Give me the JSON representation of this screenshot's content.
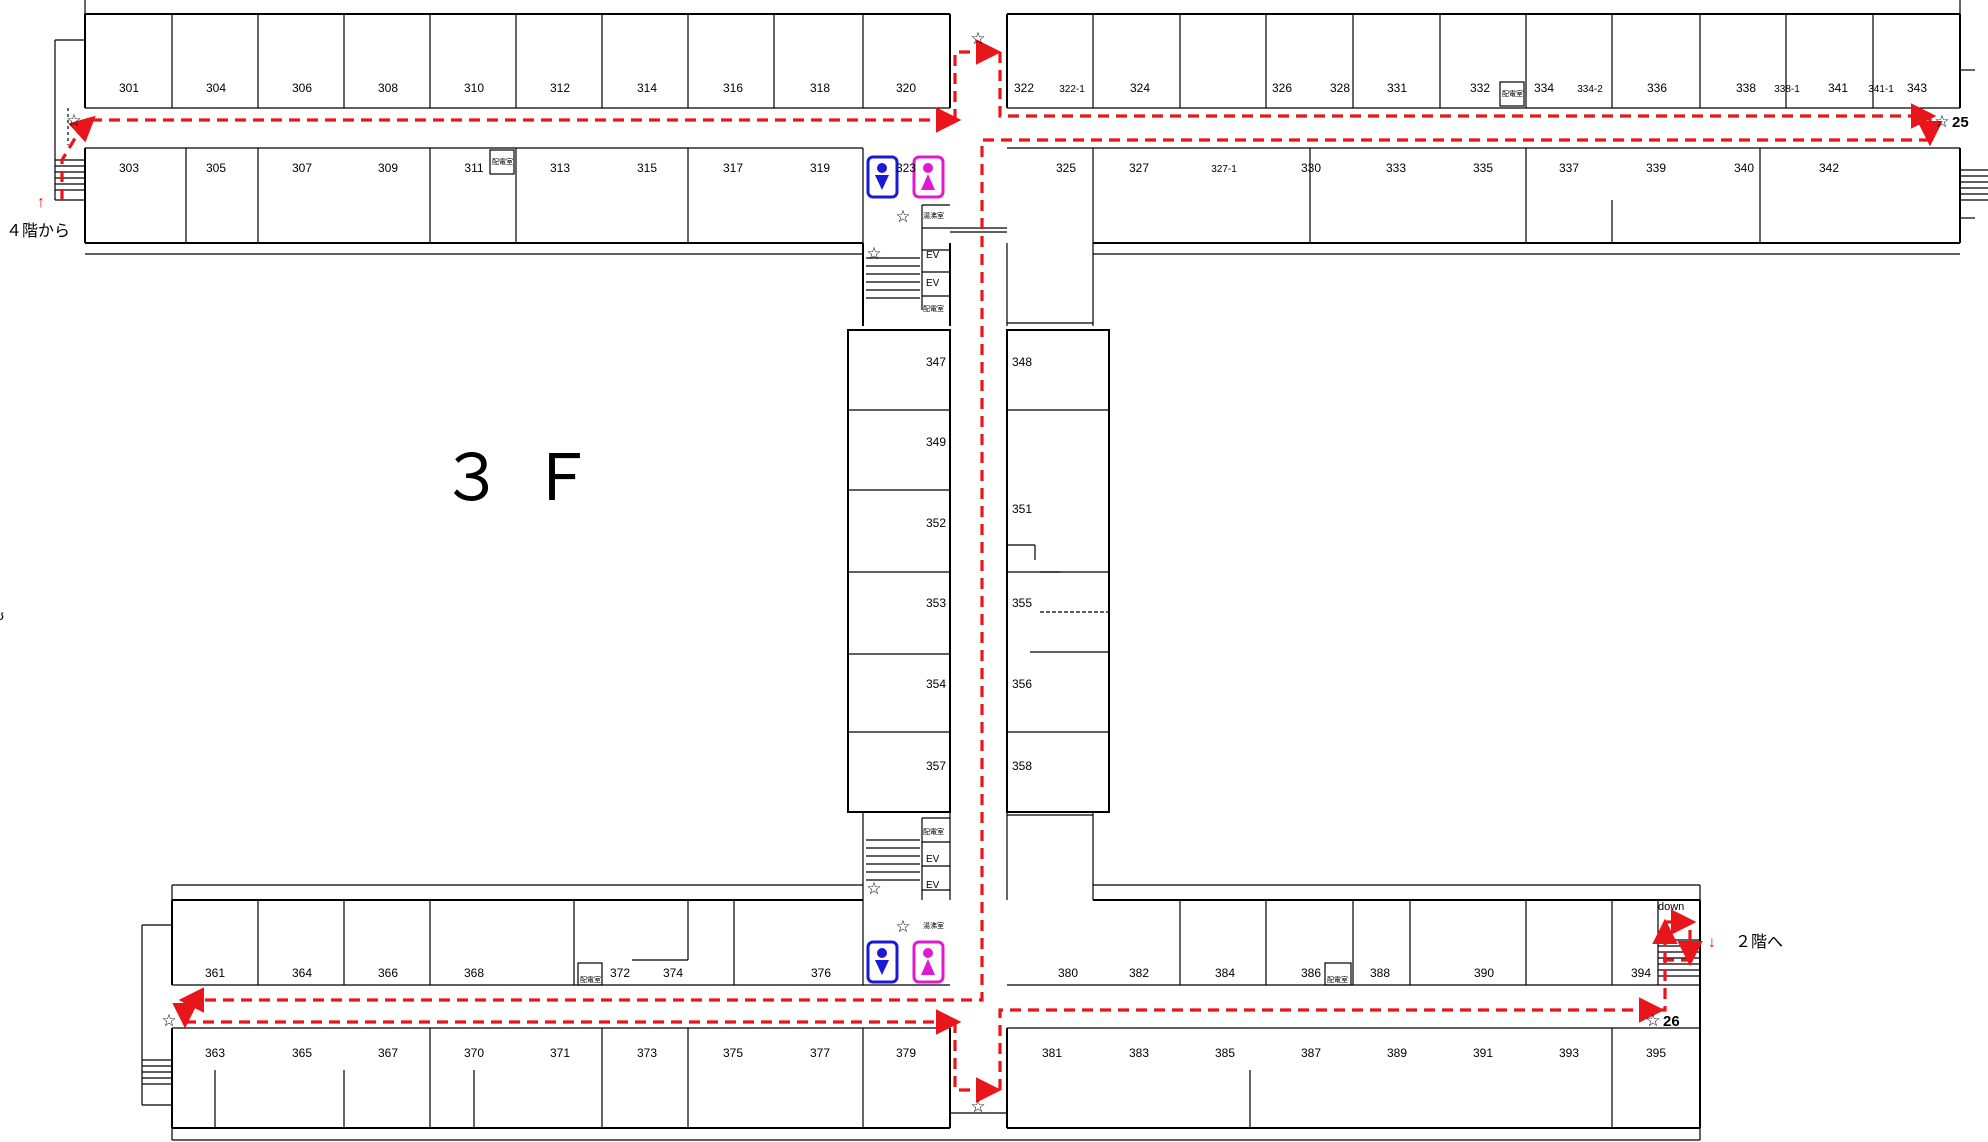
{
  "floor_label": "３Ｆ",
  "notes": {
    "from_4f": "４階から",
    "to_2f": "２階へ",
    "down": "down"
  },
  "checkpoints": {
    "cp25": "25",
    "cp26": "26"
  },
  "facilities": {
    "elevator": "EV",
    "electric_room": "配電室",
    "utility_room": "湯沸室"
  },
  "colors": {
    "route": "#e8151b",
    "mens_restroom": "#1a1ad6",
    "womens_restroom": "#e01ad0",
    "wall": "#000000"
  },
  "icons": [
    "star-icon",
    "mens-restroom-icon",
    "womens-restroom-icon",
    "up-arrow-icon",
    "down-arrow-icon",
    "route-arrow-icon"
  ],
  "rooms": {
    "north_upper": [
      "301",
      "304",
      "306",
      "308",
      "310",
      "312",
      "314",
      "316",
      "318",
      "320",
      "322",
      "322-1",
      "324",
      "326",
      "328",
      "331",
      "332",
      "334",
      "334-2",
      "336",
      "338",
      "338-1",
      "341",
      "341-1",
      "343"
    ],
    "north_lower": [
      "303",
      "305",
      "307",
      "309",
      "311",
      "313",
      "315",
      "317",
      "319",
      "323",
      "325",
      "327",
      "327-1",
      "330",
      "333",
      "335",
      "337",
      "339",
      "340",
      "342"
    ],
    "center_left": [
      "347",
      "349",
      "352",
      "353",
      "354",
      "357"
    ],
    "center_right": [
      "348",
      "351",
      "355",
      "356",
      "358"
    ],
    "south_upper": [
      "361",
      "364",
      "366",
      "368",
      "372",
      "374",
      "376",
      "380",
      "382",
      "384",
      "386",
      "388",
      "390",
      "394"
    ],
    "south_lower": [
      "363",
      "365",
      "367",
      "370",
      "371",
      "373",
      "375",
      "377",
      "379",
      "381",
      "383",
      "385",
      "387",
      "389",
      "391",
      "393",
      "395"
    ]
  }
}
